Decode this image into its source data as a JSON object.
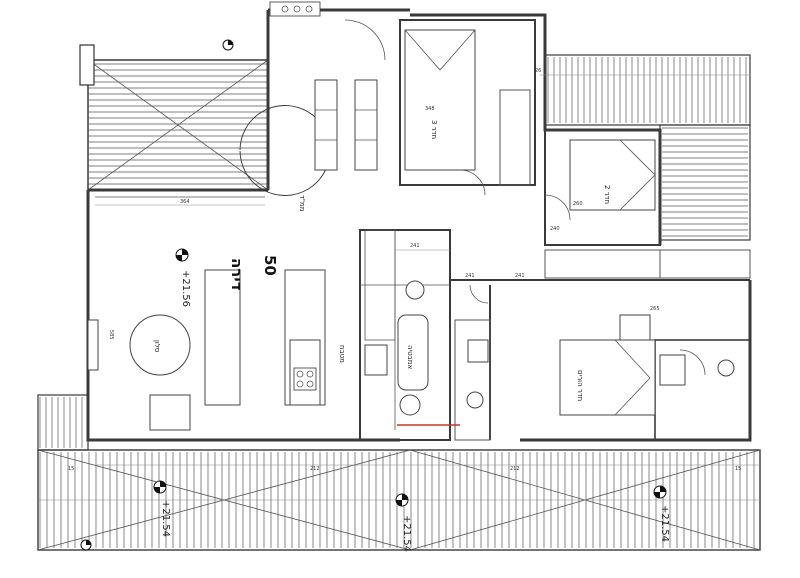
{
  "apartment": {
    "label": "דירה",
    "number": "50"
  },
  "levels": [
    "+21.56",
    "+21.54",
    "+21.54",
    "+21.54"
  ],
  "rooms": {
    "living": "סלון",
    "kitchen": "מטבח",
    "bedroom_3": "חדר 3",
    "bedroom_2": "חדר 2",
    "master_bedroom": "חדר הורים",
    "safe_room": "ממ\"ד",
    "bath": "אמבטיה"
  },
  "dimensions": [
    "364",
    "241",
    "241",
    "241",
    "585",
    "212",
    "212",
    "15",
    "15",
    "260",
    "240",
    "348",
    "265",
    "26"
  ],
  "colors": {
    "line": "#3a3a3a",
    "accent": "#c0392b"
  },
  "icons": [
    "level-marker-icon",
    "north-arrow-icon",
    "cooktop-icon",
    "sink-icon",
    "toilet-icon",
    "bathtub-icon"
  ]
}
